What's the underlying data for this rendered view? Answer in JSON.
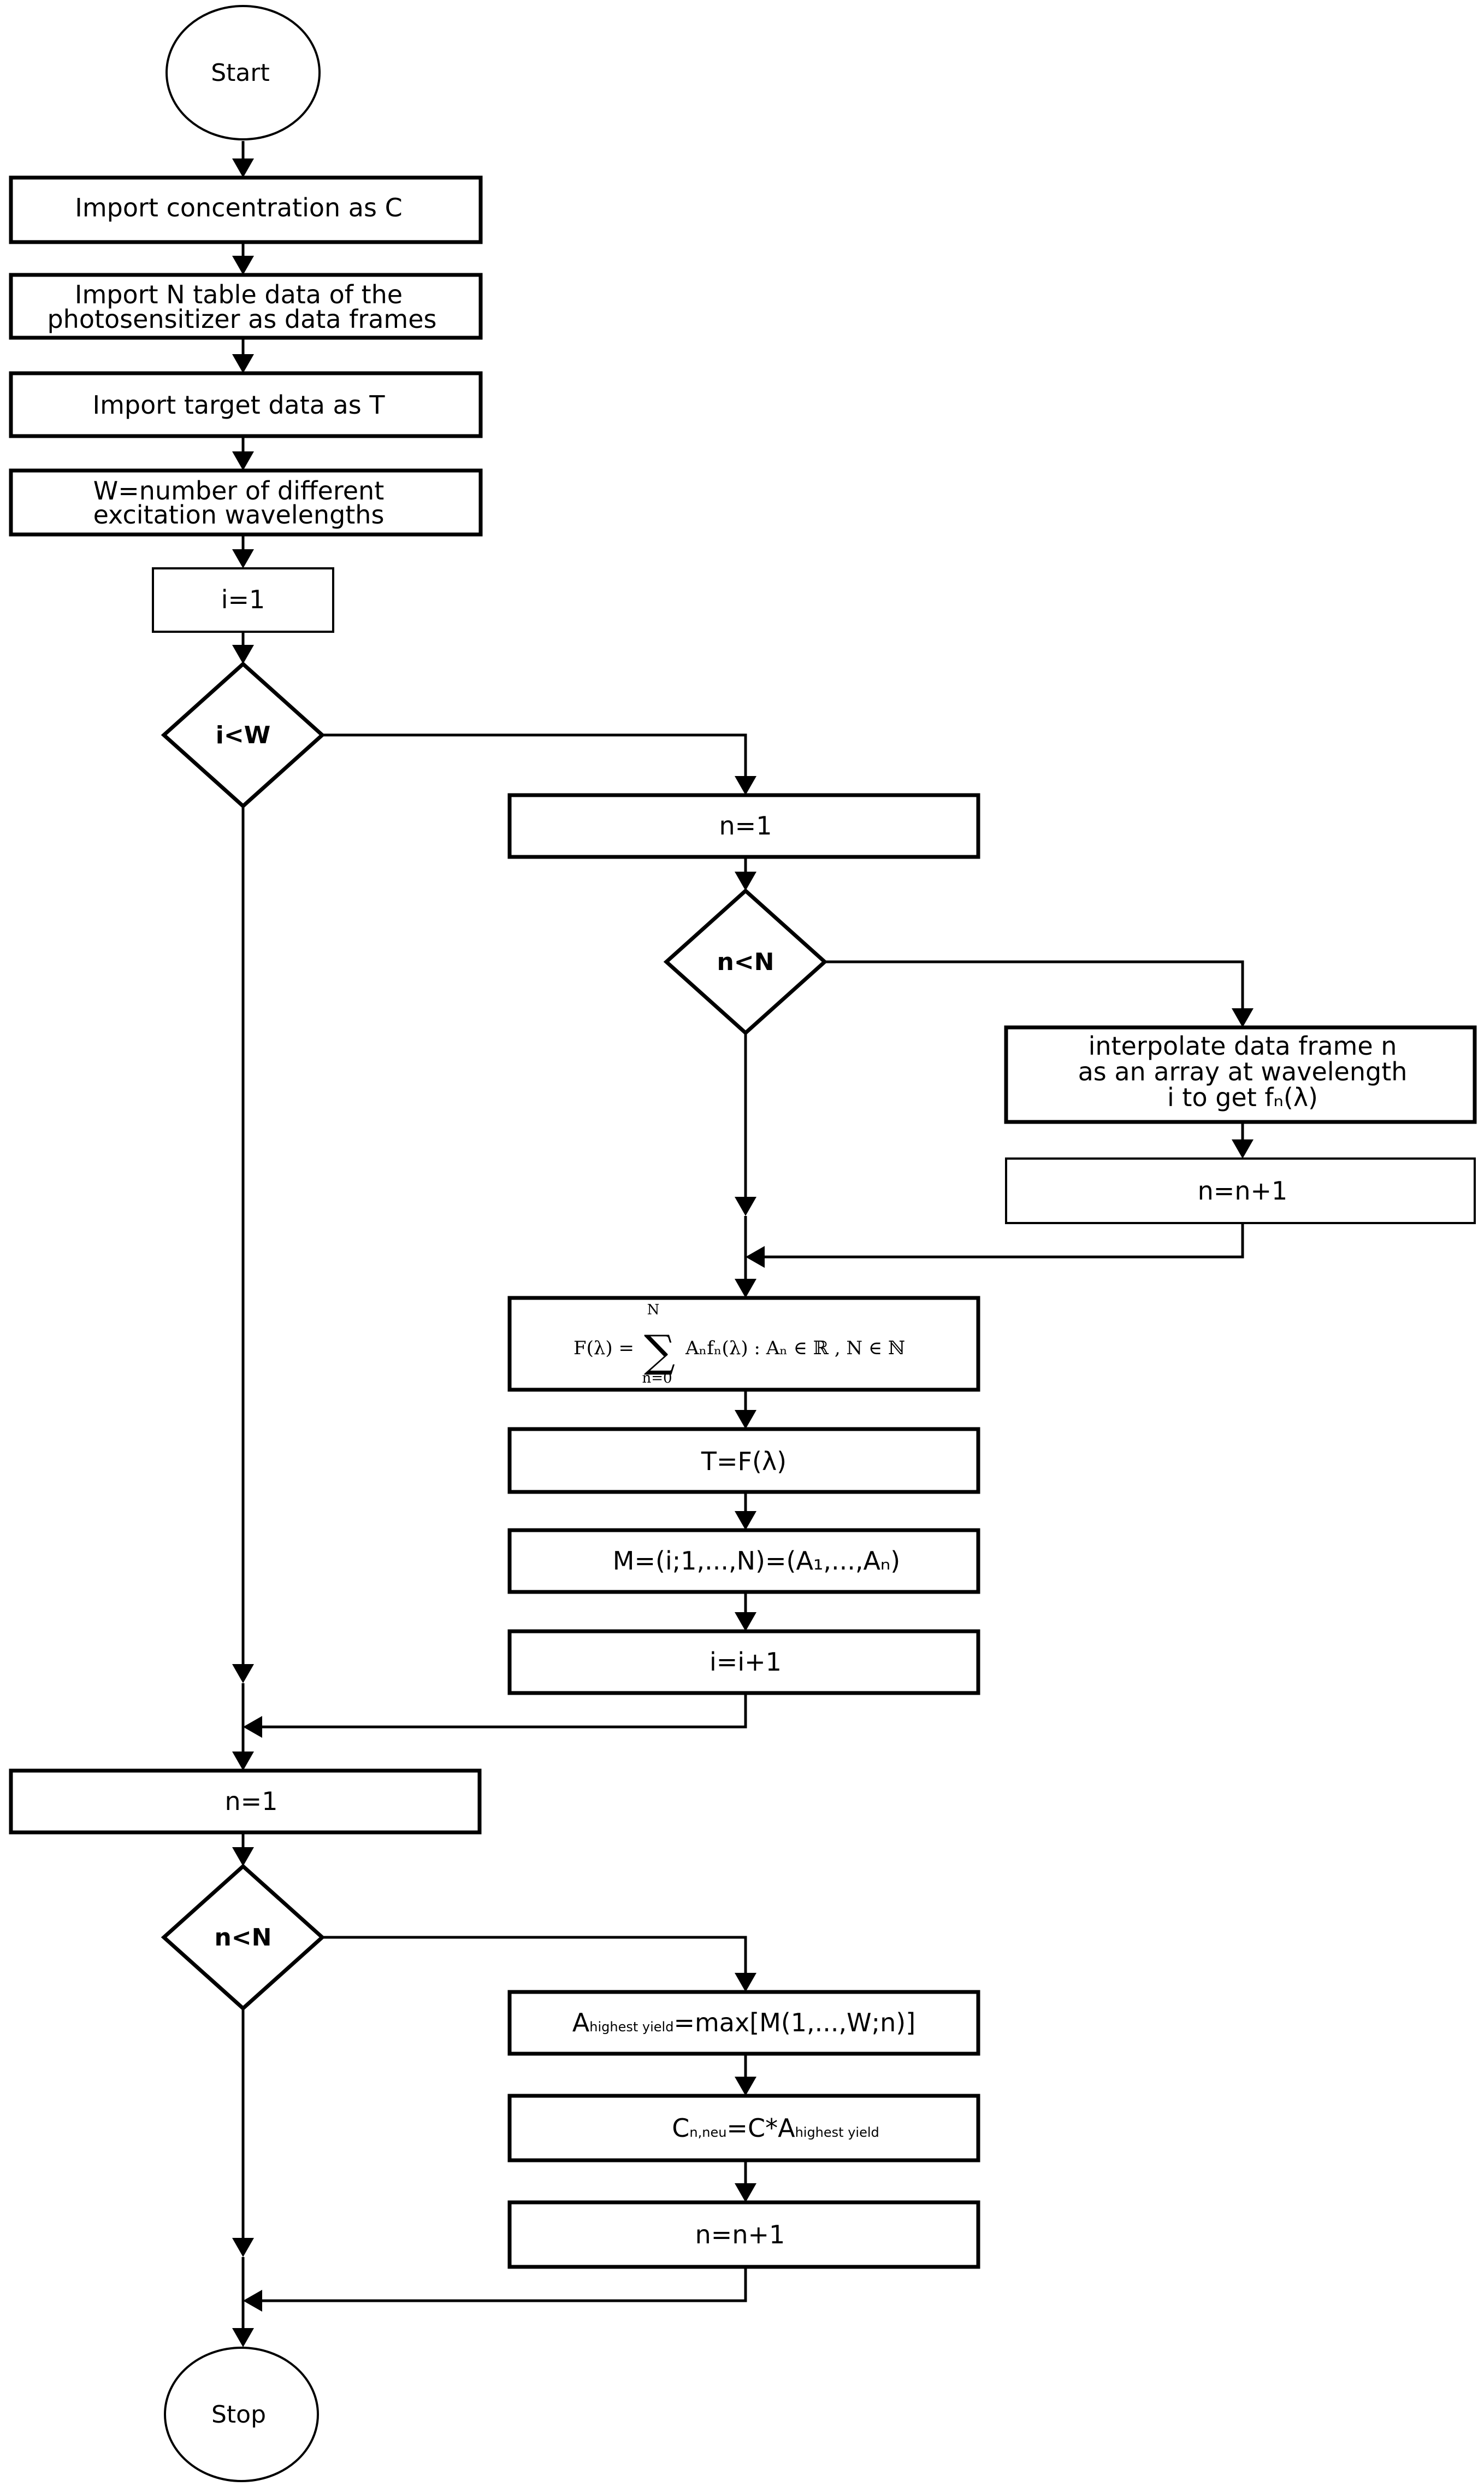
{
  "flowchart": {
    "start": "Start",
    "import_concentration": "Import concentration as C",
    "import_tables": [
      "Import N table data of the",
      "photosensitizer as data frames"
    ],
    "import_target": "Import target data as T",
    "wavelengths": [
      "W=number of different",
      "excitation wavelengths"
    ],
    "init_i": "i=1",
    "cond_i": "i<W",
    "init_n_inner": "n=1",
    "cond_n_inner": "n<N",
    "interpolate": [
      "interpolate data frame n",
      "as an array at wavelength",
      "i to get fₙ(λ)"
    ],
    "increment_n_inner": "n=n+1",
    "formula": {
      "lhs": "F(λ) = ",
      "sum": "∑",
      "upper": "N",
      "lower": "n=0",
      "term": "Aₙfₙ(λ)  : Aₙ ∈ ℝ , N ∈ ℕ"
    },
    "fit": "T=F(λ)",
    "store": "M=(i;1,...,N)=(A₁,...,Aₙ)",
    "increment_i": "i=i+1",
    "init_n_outer": "n=1",
    "cond_n_outer": "n<N",
    "highest": {
      "a": "A",
      "sub": "highest yield",
      "rest": "=max[M(1,...,W;n)]"
    },
    "new_conc": {
      "c": "C",
      "sub": "n,neu",
      "mid": "=C*A",
      "sub2": "highest yield"
    },
    "increment_n_outer": "n=n+1",
    "stop": "Stop"
  }
}
